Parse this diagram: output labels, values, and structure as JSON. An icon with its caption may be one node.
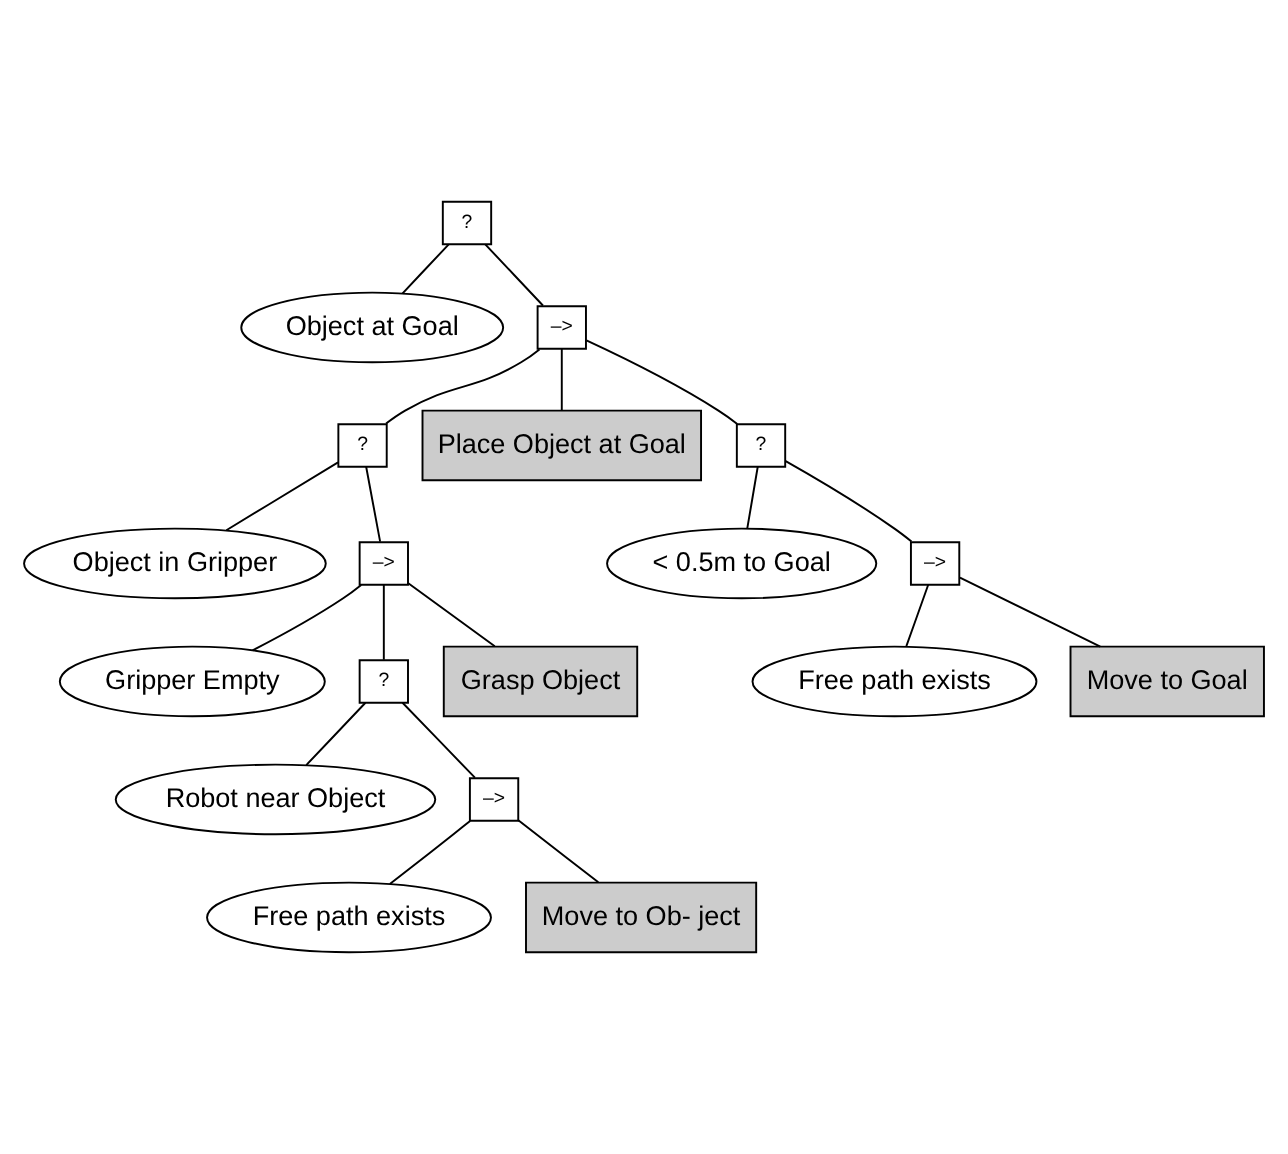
{
  "diagram": {
    "nodes": [
      {
        "text": [
          "?"
        ]
      },
      {
        "text": [
          "Object at Goal"
        ]
      },
      {
        "text": [
          "–>"
        ]
      },
      {
        "text": [
          "?"
        ]
      },
      {
        "text": [
          "Place Object at Goal"
        ]
      },
      {
        "text": [
          "Object in Gripper"
        ]
      },
      {
        "text": [
          "–>"
        ]
      },
      {
        "text": [
          "?"
        ]
      },
      {
        "text": [
          "< 0.5m to Goal"
        ]
      },
      {
        "text": [
          "–>"
        ]
      },
      {
        "text": [
          "Gripper Empty"
        ]
      },
      {
        "text": [
          "?"
        ]
      },
      {
        "text": [
          "Grasp Object"
        ]
      },
      {
        "text": [
          "Free path exists"
        ]
      },
      {
        "text": [
          "Move to Goal"
        ]
      },
      {
        "text": [
          "Robot near Object"
        ]
      },
      {
        "text": [
          "–>"
        ]
      },
      {
        "text": [
          "Free path exists"
        ]
      },
      {
        "text": [
          "Move to Ob- ject"
        ]
      }
    ],
    "edges": [
      {
        "from": 0,
        "to": 1,
        "arrow": "none"
      },
      {
        "from": 0,
        "to": 2,
        "arrow": "none"
      },
      {
        "from": 2,
        "to": 3,
        "arrow": "none"
      },
      {
        "from": 2,
        "to": 7,
        "arrow": "none"
      },
      {
        "from": 2,
        "to": 4,
        "arrow": "none"
      },
      {
        "from": 3,
        "to": 5,
        "arrow": "none"
      },
      {
        "from": 3,
        "to": 6,
        "arrow": "none"
      },
      {
        "from": 6,
        "to": 10,
        "arrow": "none"
      },
      {
        "from": 6,
        "to": 11,
        "arrow": "none"
      },
      {
        "from": 6,
        "to": 12,
        "arrow": "none"
      },
      {
        "from": 11,
        "to": 15,
        "arrow": "none"
      },
      {
        "from": 11,
        "to": 16,
        "arrow": "none"
      },
      {
        "from": 16,
        "to": 17,
        "arrow": "none"
      },
      {
        "from": 16,
        "to": 18,
        "arrow": "none"
      },
      {
        "from": 7,
        "to": 8,
        "arrow": "none"
      },
      {
        "from": 7,
        "to": 9,
        "arrow": "none"
      },
      {
        "from": 9,
        "to": 13,
        "arrow": "none"
      },
      {
        "from": 9,
        "to": 14,
        "arrow": "none"
      }
    ]
  }
}
